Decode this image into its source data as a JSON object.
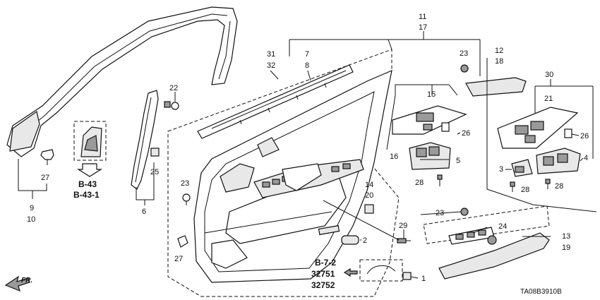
{
  "callouts": {
    "c1": "1",
    "c2": "2",
    "c3": "3",
    "c4": "4",
    "c5": "5",
    "c6": "6",
    "c7": "7",
    "c8": "8",
    "c9": "9",
    "c10": "10",
    "c11": "11",
    "c12": "12",
    "c13": "13",
    "c14": "14",
    "c15": "15",
    "c16": "16",
    "c17": "17",
    "c18": "18",
    "c19": "19",
    "c20": "20",
    "c21": "21",
    "c22": "22",
    "c23a": "23",
    "c23b": "23",
    "c23c": "23",
    "c24": "24",
    "c25": "25",
    "c26a": "26",
    "c26b": "26",
    "c27a": "27",
    "c27b": "27",
    "c28a": "28",
    "c28b": "28",
    "c28c": "28",
    "c29": "29",
    "c30": "30",
    "c31": "31",
    "c32": "32"
  },
  "refs": {
    "b43": "B-43",
    "b431": "B-43-1",
    "b72": "B-7-2",
    "r32751": "32751",
    "r32752": "32752"
  },
  "front_label": "FR.",
  "diagram_code": "TA08B3910B"
}
